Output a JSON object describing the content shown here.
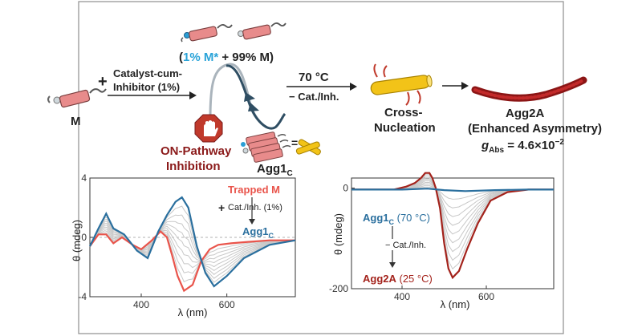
{
  "scheme": {
    "m_label": "M",
    "plus_sign": "+",
    "reagent_line1": "Catalyst-cum-",
    "reagent_line2": "Inhibitor (1%)",
    "mixture_paren_open": "(",
    "mixture_m_star": "1% M*",
    "mixture_rest": " + 99% M)",
    "stop_hand_icon": "stop-hand-icon",
    "on_pathway_line1": "ON-Pathway",
    "on_pathway_line2": "Inhibition",
    "agg1c_label": "Agg1",
    "agg1c_sub": "C",
    "equals": "=",
    "temp_label": "70 °C",
    "cat_inh_label": "− Cat./Inh.",
    "cross_line1": "Cross-",
    "cross_line2": "Nucleation",
    "agg2a_line1": "Agg2A",
    "agg2a_line2": "(Enhanced Asymmetry)",
    "gabs_g": "g",
    "gabs_sub": "Abs",
    "gabs_value": " = 4.6×10",
    "gabs_exp": "−2"
  },
  "colors": {
    "blue": "#2a6f9e",
    "red": "#e9544b",
    "dark_red": "#a3221b",
    "maroon": "#8b1a1a",
    "gray": "#c8c8c8",
    "cyan_text": "#29a3d8",
    "stop_red": "#c0392b",
    "gold": "#f2c318"
  },
  "chart_data": [
    {
      "type": "line",
      "ylabel": "θ (mdeg)",
      "xlabel": "λ (nm)",
      "xlim": [
        280,
        760
      ],
      "ylim": [
        -4,
        4
      ],
      "xticks": [
        400,
        600
      ],
      "yticks": [
        4,
        0,
        -4
      ],
      "annotations": {
        "trapped": "Trapped M",
        "plus": "+",
        "cat": "Cat./Inh. (1%)",
        "agg": "Agg1",
        "agg_sub": "C"
      },
      "series": [
        {
          "color": "red",
          "x": [
            280,
            300,
            318,
            335,
            355,
            380,
            400,
            425,
            445,
            460,
            472,
            485,
            500,
            520,
            540,
            560,
            580,
            610,
            650,
            700,
            760
          ],
          "values": [
            -0.6,
            0.2,
            0.2,
            -0.4,
            0.0,
            -0.5,
            -0.8,
            -0.2,
            0.4,
            0.0,
            -1.2,
            -2.6,
            -3.6,
            -3.2,
            -1.6,
            -0.8,
            -0.5,
            -0.4,
            -0.3,
            -0.2,
            -0.2
          ]
        },
        {
          "color": "blue",
          "x": [
            280,
            300,
            318,
            335,
            360,
            390,
            415,
            440,
            460,
            480,
            495,
            510,
            530,
            550,
            570,
            600,
            640,
            700,
            760
          ],
          "values": [
            -0.6,
            0.6,
            1.6,
            0.6,
            0.2,
            -0.9,
            -1.4,
            0.4,
            1.5,
            2.4,
            2.7,
            2.0,
            -0.6,
            -2.4,
            -3.3,
            -2.6,
            -1.4,
            -0.5,
            -0.2
          ]
        }
      ]
    },
    {
      "type": "line",
      "ylabel": "θ (mdeg)",
      "xlabel": "λ (nm)",
      "xlim": [
        280,
        760
      ],
      "ylim": [
        -200,
        20
      ],
      "xticks": [
        400,
        600
      ],
      "yticks": [
        0,
        -200
      ],
      "annotations": {
        "agg1c": "Agg1",
        "agg1c_sub": "C",
        "agg1c_temp": " (70 °C)",
        "cat": "− Cat./Inh.",
        "agg2a": "Agg2A",
        "agg2a_temp": " (25 °C)"
      },
      "series": [
        {
          "color": "dark_red",
          "x": [
            280,
            330,
            380,
            410,
            430,
            445,
            455,
            465,
            472,
            480,
            490,
            500,
            510,
            520,
            535,
            555,
            580,
            610,
            650,
            700,
            760
          ],
          "values": [
            -3,
            -3,
            -3,
            3,
            10,
            20,
            30,
            30,
            20,
            0,
            -40,
            -110,
            -160,
            -178,
            -165,
            -120,
            -70,
            -25,
            -8,
            -3,
            -3
          ]
        },
        {
          "color": "blue",
          "x": [
            280,
            400,
            460,
            500,
            550,
            620,
            700,
            760
          ],
          "values": [
            -3,
            -3,
            -1,
            -4,
            -6,
            -4,
            -3,
            -3
          ]
        }
      ]
    }
  ]
}
